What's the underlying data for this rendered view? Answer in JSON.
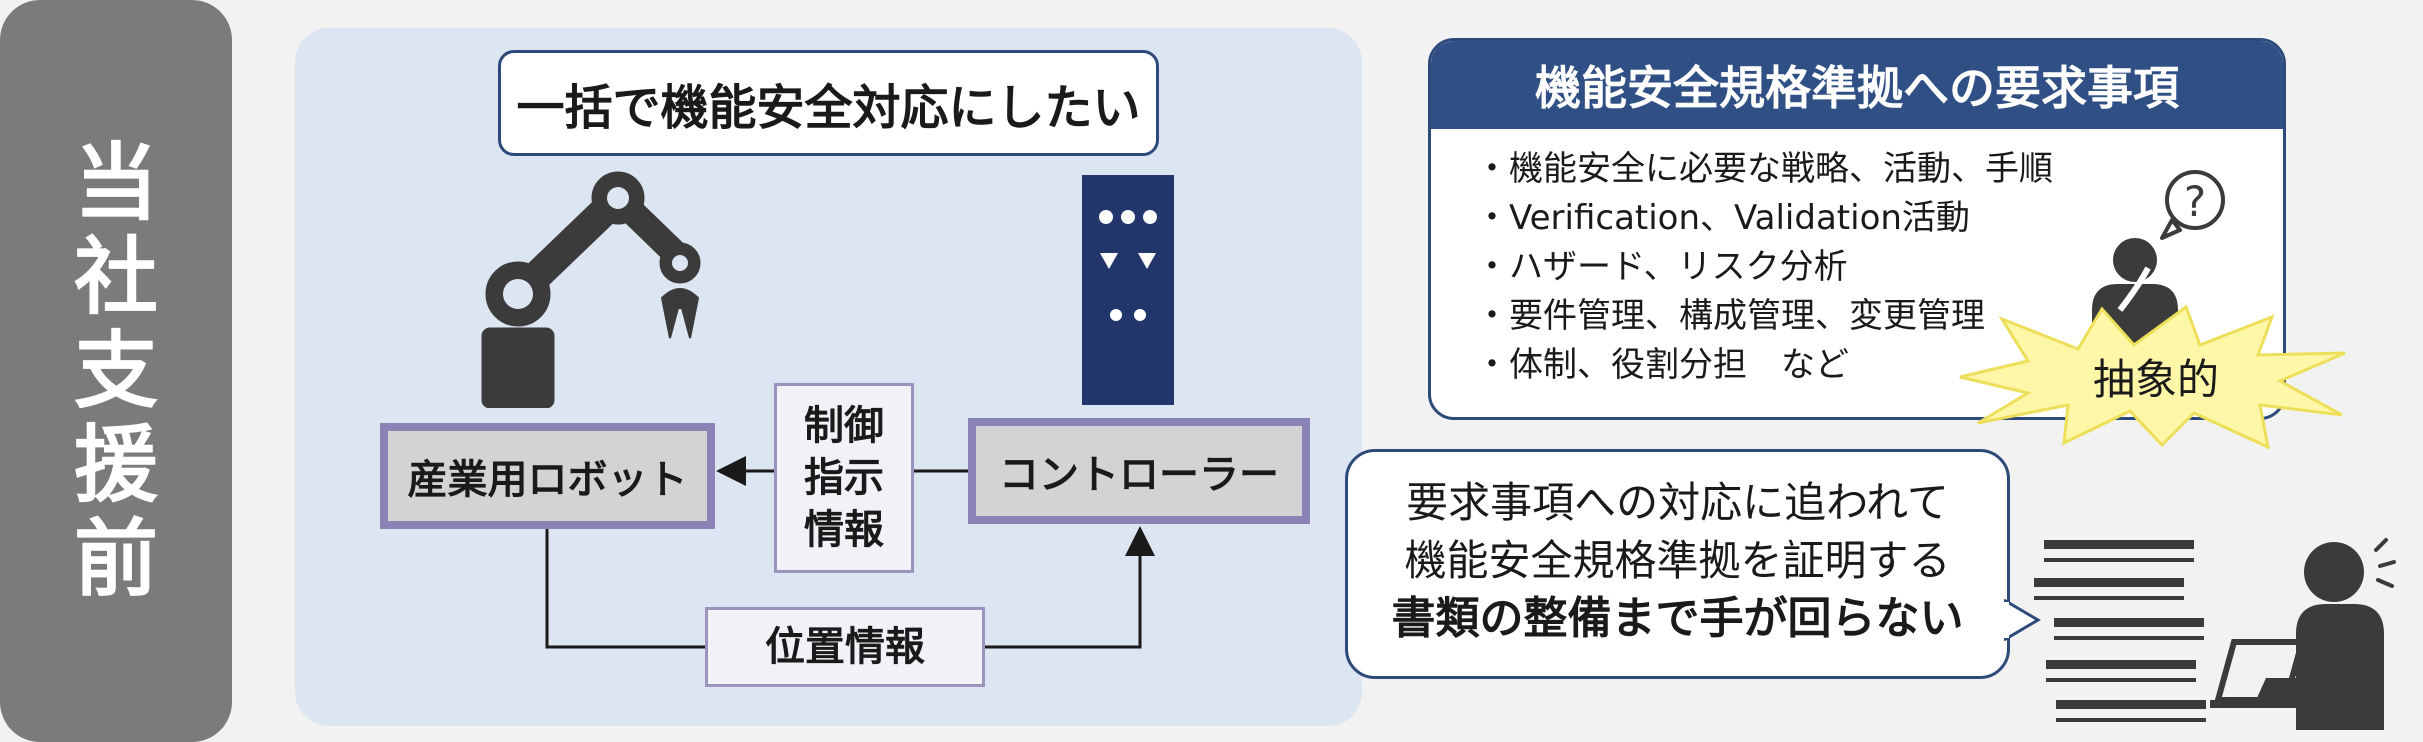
{
  "sidebar": {
    "label": "当社支援前"
  },
  "panel": {
    "callout": "一括で機能安全対応にしたい",
    "robot_box": "産業用ロボット",
    "controller_box": "コントローラー",
    "control_info": "制御\n指示\n情報",
    "position_info": "位置情報"
  },
  "requirements": {
    "title": "機能安全規格準拠への要求事項",
    "items": [
      "機能安全に必要な戦略、活動、手順",
      "Verification、Validation活動",
      "ハザード、リスク分析",
      "要件管理、構成管理、変更管理",
      "体制、役割分担　など"
    ],
    "burst": "抽象的",
    "question_mark": "?"
  },
  "speech": {
    "line1": "要求事項への対応に追われて",
    "line2": "機能安全規格準拠を証明する",
    "line3": "書類の整備まで手が回らない"
  },
  "icons": [
    "robot-arm-icon",
    "controller-cabinet-icon",
    "thinking-person-icon",
    "worker-at-laptop-icon"
  ],
  "colors": {
    "sidebar": "#7b7b7b",
    "panel": "#dce5f2",
    "header": "#2f4f85",
    "box_border": "#8b82b5",
    "burst": "#fff7a8",
    "icon": "#3b3b3b",
    "cabinet": "#22366b"
  }
}
